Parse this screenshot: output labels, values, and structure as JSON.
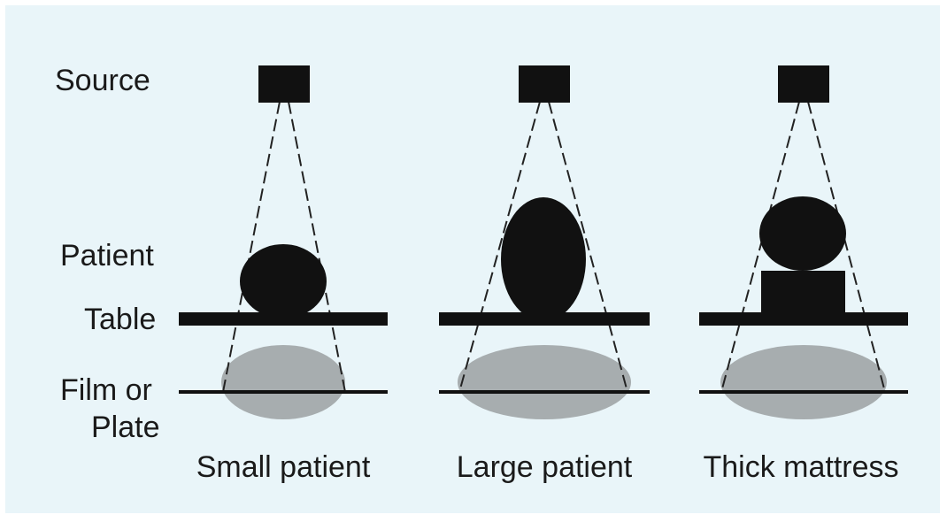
{
  "row_labels": {
    "source": "Source",
    "patient": "Patient",
    "table": "Table",
    "film_line1": "Film or",
    "film_line2": "Plate"
  },
  "panels": [
    {
      "caption": "Small patient"
    },
    {
      "caption": "Large patient"
    },
    {
      "caption": "Thick mattress"
    }
  ],
  "colors": {
    "background": "#e9f5f9",
    "object": "#111111",
    "image_shadow": "#a7adaf",
    "beam_line": "#222222"
  }
}
